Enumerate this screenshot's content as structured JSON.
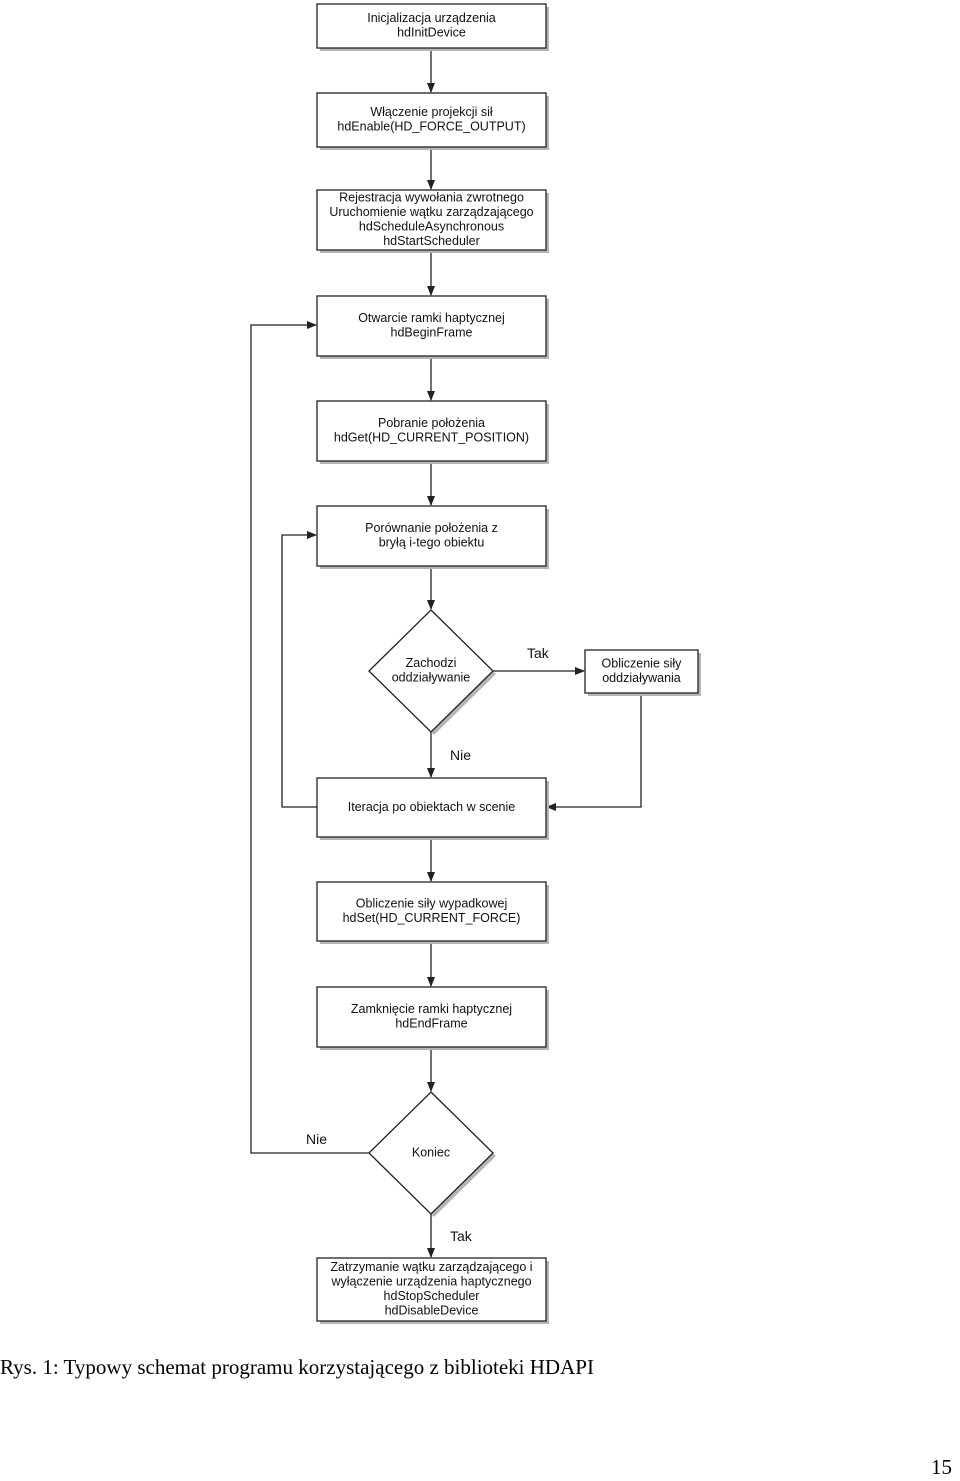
{
  "diagram": {
    "nodes": {
      "init": [
        "Inicjalizacja urządzenia",
        "hdInitDevice"
      ],
      "enable": [
        "Włączenie projekcji sił",
        "hdEnable(HD_FORCE_OUTPUT)"
      ],
      "register": [
        "Rejestracja wywołania zwrotnego",
        "Uruchomienie wątku zarządzającego",
        "hdScheduleAsynchronous",
        "hdStartScheduler"
      ],
      "begin_frame": [
        "Otwarcie ramki haptycznej",
        "hdBeginFrame"
      ],
      "get_position": [
        "Pobranie położenia",
        "hdGet(HD_CURRENT_POSITION)"
      ],
      "compare": [
        "Porównanie położenia z",
        "bryłą i-tego obiektu"
      ],
      "interaction": [
        "Zachodzi",
        "oddziaływanie"
      ],
      "compute_force": [
        "Obliczenie siły",
        "oddziaływania"
      ],
      "iterate": [
        "Iteracja po obiektach w scenie"
      ],
      "resultant": [
        "Obliczenie siły wypadkowej",
        "hdSet(HD_CURRENT_FORCE)"
      ],
      "end_frame": [
        "Zamknięcie ramki haptycznej",
        "hdEndFrame"
      ],
      "end": [
        "Koniec"
      ],
      "stop": [
        "Zatrzymanie wątku zarządzającego i",
        "wyłączenie urządzenia haptycznego",
        "hdStopScheduler",
        "hdDisableDevice"
      ]
    },
    "edge_labels": {
      "interaction_yes": "Tak",
      "interaction_no": "Nie",
      "end_no": "Nie",
      "end_yes": "Tak"
    }
  },
  "caption": "Rys. 1: Typowy schemat programu korzystającego z biblioteki HDAPI",
  "page_number": "15"
}
